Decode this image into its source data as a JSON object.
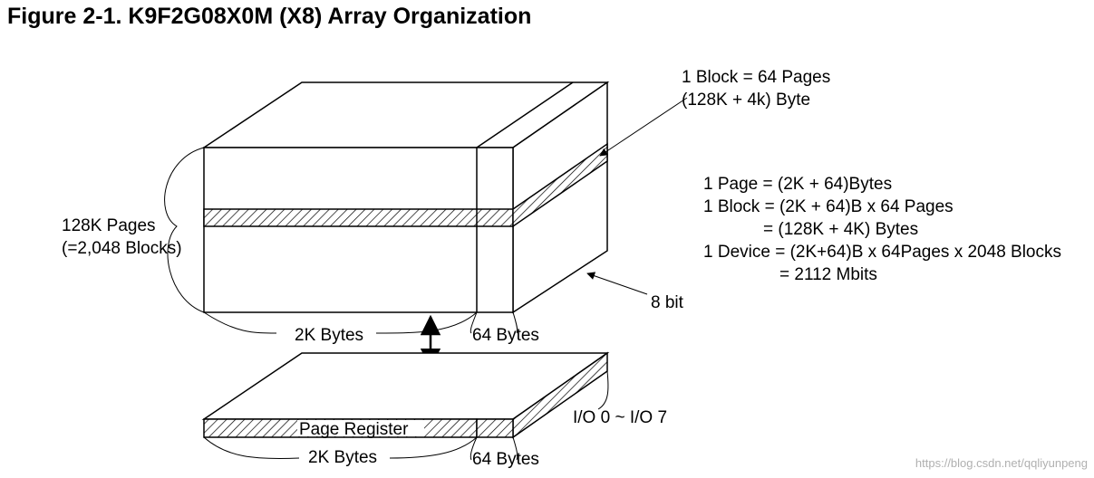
{
  "title": "Figure 2-1. K9F2G08X0M (X8) Array Organization",
  "labels": {
    "block_pages": "1 Block = 64 Pages",
    "block_bytes": "(128K + 4k) Byte",
    "pages_count": "128K Pages",
    "blocks_count": "(=2,048 Blocks)",
    "array_main_width": "2K Bytes",
    "array_spare_width": "64 Bytes",
    "array_depth": "8 bit",
    "register_name": "Page Register",
    "register_main_width": "2K Bytes",
    "register_spare_width": "64 Bytes",
    "io_lines": "I/O 0 ~ I/O 7",
    "watermark": "https://blog.csdn.net/qqliyunpeng"
  },
  "formulas": [
    "1 Page = (2K + 64)Bytes",
    "1 Block = (2K + 64)B x 64 Pages",
    "= (128K + 4K) Bytes",
    "1 Device = (2K+64)B x 64Pages x 2048 Blocks",
    "= 2112 Mbits"
  ]
}
